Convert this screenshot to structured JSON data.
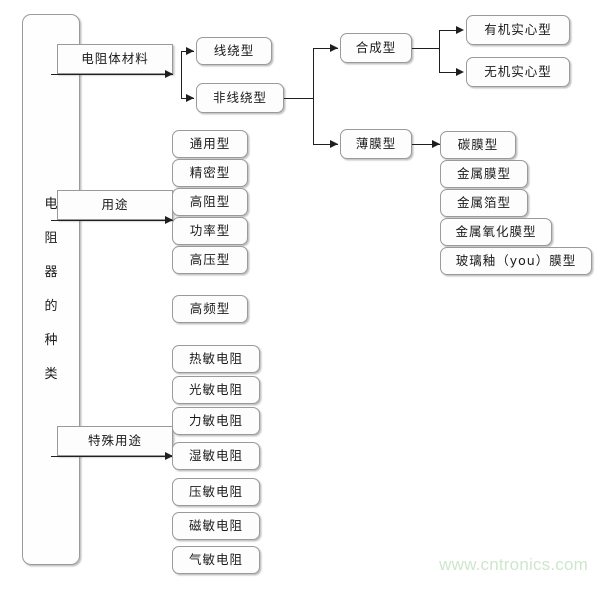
{
  "diagram": {
    "title": "电阻器的种类",
    "root": {
      "label_chars": [
        "电",
        "阻",
        "器",
        "的",
        "种",
        "类"
      ],
      "label": "电阻器的种类"
    },
    "branches": [
      {
        "key": "material",
        "label": "电阻体材料"
      },
      {
        "key": "usage",
        "label": "用途"
      },
      {
        "key": "special",
        "label": "特殊用途"
      }
    ],
    "material_children": [
      {
        "label": "线绕型"
      },
      {
        "label": "非线绕型"
      }
    ],
    "nonwound_children": [
      {
        "label": "合成型"
      },
      {
        "label": "薄膜型"
      }
    ],
    "synthetic_children": [
      {
        "label": "有机实心型"
      },
      {
        "label": "无机实心型"
      }
    ],
    "film_children": [
      {
        "label": "碳膜型"
      },
      {
        "label": "金属膜型"
      },
      {
        "label": "金属箔型"
      },
      {
        "label": "金属氧化膜型"
      },
      {
        "label": "玻璃釉（you）膜型"
      }
    ],
    "usage_children": [
      {
        "label": "通用型"
      },
      {
        "label": "精密型"
      },
      {
        "label": "高阻型"
      },
      {
        "label": "功率型"
      },
      {
        "label": "高压型"
      },
      {
        "label": "高频型"
      }
    ],
    "special_children": [
      {
        "label": "热敏电阻"
      },
      {
        "label": "光敏电阻"
      },
      {
        "label": "力敏电阻"
      },
      {
        "label": "湿敏电阻"
      },
      {
        "label": "压敏电阻"
      },
      {
        "label": "磁敏电阻"
      },
      {
        "label": "气敏电阻"
      }
    ],
    "watermark": "www.cntronics.com",
    "colors": {
      "line": "#1f1f1f",
      "box_border": "#9a9a9a",
      "box_fill": "#fdfdfd",
      "text": "#1a1a1a",
      "watermark": "#cfe6cd",
      "background": "#ffffff"
    }
  }
}
